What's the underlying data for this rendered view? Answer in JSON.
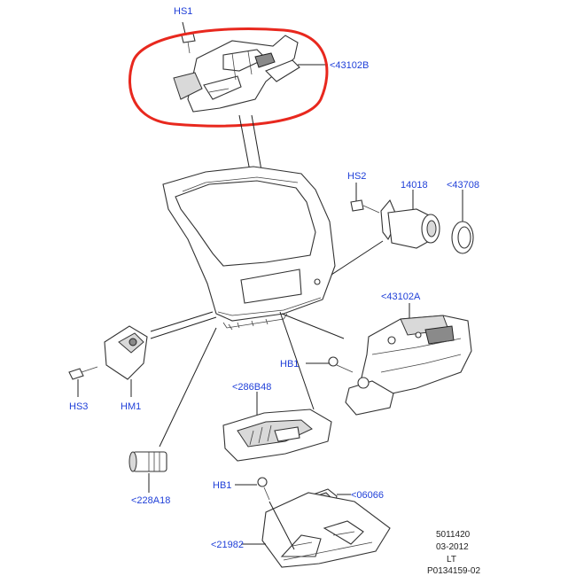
{
  "callouts": {
    "hs1": "HS1",
    "c43102B": "<43102B",
    "hs2": "HS2",
    "c14018": "14018",
    "c43708": "<43708",
    "c43102A": "<43102A",
    "hb1_top": "HB1",
    "c286B48": "<286B48",
    "hs3": "HS3",
    "hm1": "HM1",
    "c228A18": "<228A18",
    "hb1_bottom": "HB1",
    "c06066": "<06066",
    "c21982": "<21982"
  },
  "reference": {
    "line1": "5011420",
    "line2": "03-2012",
    "line3": "LT",
    "line4": "P0134159-02"
  },
  "colors": {
    "callout_text": "#1f3fd8",
    "highlight_ring": "#e8281e",
    "line_art": "#333333"
  }
}
